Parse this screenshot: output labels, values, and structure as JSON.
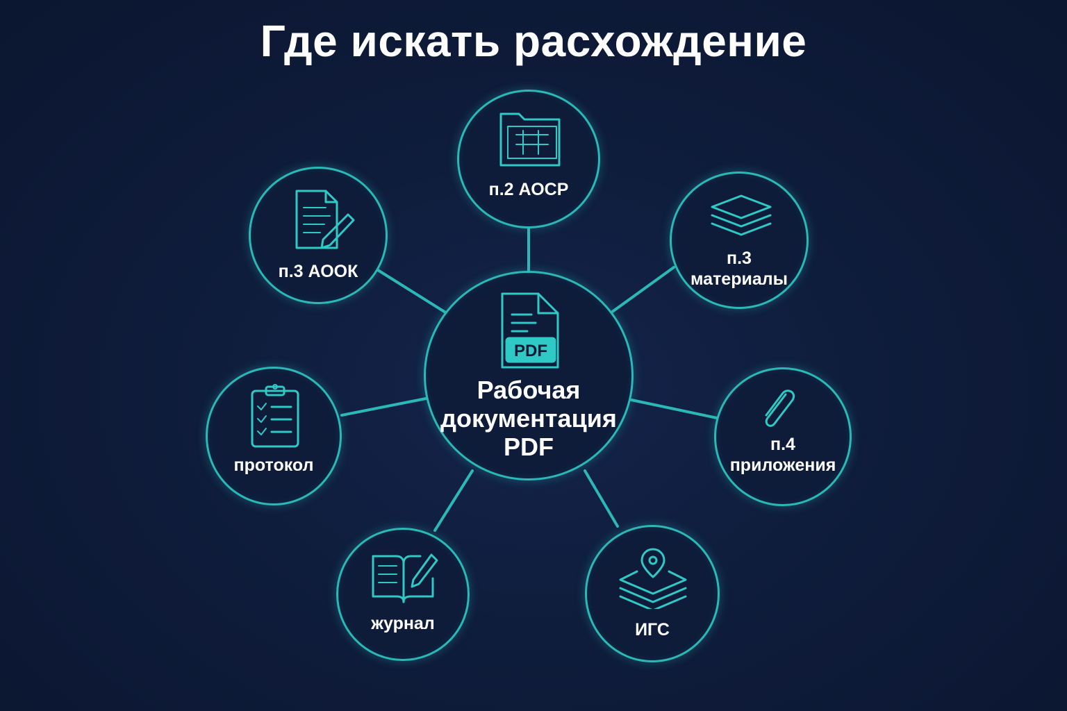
{
  "title": "Где искать расхождение",
  "colors": {
    "background": "#0e1a36",
    "accent": "#2bb9b8",
    "text": "#ffffff"
  },
  "center": {
    "label": "Рабочая\nдокументация\nPDF",
    "icon": "pdf-file-icon",
    "icon_text": "PDF"
  },
  "nodes": [
    {
      "id": "aosr",
      "label": "п.2 АОСР",
      "icon": "folder-blueprint-icon"
    },
    {
      "id": "materials",
      "label": "п.3\nматериалы",
      "icon": "layers-icon"
    },
    {
      "id": "attachments",
      "label": "п.4\nприложения",
      "icon": "paperclip-icon"
    },
    {
      "id": "igs",
      "label": "ИГС",
      "icon": "map-layers-pin-icon"
    },
    {
      "id": "journal",
      "label": "журнал",
      "icon": "open-book-pencil-icon"
    },
    {
      "id": "protocol",
      "label": "протокол",
      "icon": "clipboard-checklist-icon"
    },
    {
      "id": "aook",
      "label": "п.3 АООК",
      "icon": "document-pencil-icon"
    }
  ]
}
